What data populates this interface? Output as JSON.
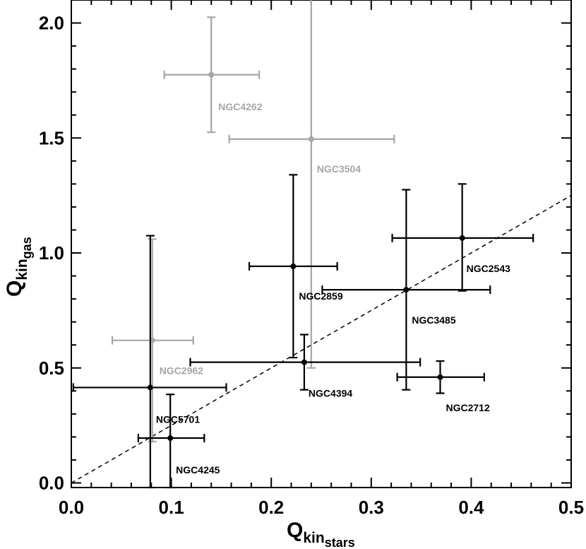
{
  "chart_data": {
    "type": "scatter",
    "title": "",
    "xlabel": {
      "main": "Q",
      "sub": "kin",
      "subsub": "stars"
    },
    "ylabel": {
      "main": "Q",
      "sub": "kin",
      "subsub": "gas"
    },
    "xlim": [
      0.0,
      0.5
    ],
    "ylim": [
      -0.02,
      2.1
    ],
    "xticks": [
      "0.0",
      "0.1",
      "0.2",
      "0.3",
      "0.4",
      "0.5"
    ],
    "yticks": [
      "0.0",
      "0.5",
      "1.0",
      "1.5",
      "2.0"
    ],
    "xtick_values": [
      0.0,
      0.1,
      0.2,
      0.3,
      0.4,
      0.5
    ],
    "ytick_values": [
      0.0,
      0.5,
      1.0,
      1.5,
      2.0
    ],
    "grid": false,
    "reference_line": {
      "style": "dashed",
      "x": [
        0.0,
        0.5
      ],
      "y": [
        0.0,
        1.25
      ]
    },
    "colors": {
      "black": "#000000",
      "gray": "#a6a6a6"
    },
    "points": [
      {
        "label": "NGC4262",
        "x": 0.14,
        "y": 1.775,
        "xerr": [
          0.093,
          0.188
        ],
        "yerr": [
          1.525,
          2.025
        ],
        "group": "gray"
      },
      {
        "label": "NGC3504",
        "x": 0.24,
        "y": 1.495,
        "xerr": [
          0.158,
          0.323
        ],
        "yerr": [
          0.5,
          2.12
        ],
        "group": "gray"
      },
      {
        "label": "NGC2962",
        "x": 0.081,
        "y": 0.62,
        "xerr": [
          0.041,
          0.122
        ],
        "yerr": [
          0.18,
          1.06
        ],
        "group": "gray"
      },
      {
        "label": "NGC2543",
        "x": 0.391,
        "y": 1.065,
        "xerr": [
          0.321,
          0.462
        ],
        "yerr": [
          0.835,
          1.3
        ],
        "group": "black"
      },
      {
        "label": "NGC2859",
        "x": 0.222,
        "y": 0.942,
        "xerr": [
          0.178,
          0.266
        ],
        "yerr": [
          0.545,
          1.34
        ],
        "group": "black"
      },
      {
        "label": "NGC3485",
        "x": 0.335,
        "y": 0.84,
        "xerr": [
          0.251,
          0.419
        ],
        "yerr": [
          0.405,
          1.275
        ],
        "group": "black"
      },
      {
        "label": "NGC4394",
        "x": 0.233,
        "y": 0.525,
        "xerr": [
          0.119,
          0.349
        ],
        "yerr": [
          0.405,
          0.645
        ],
        "group": "black"
      },
      {
        "label": "NGC2712",
        "x": 0.369,
        "y": 0.46,
        "xerr": [
          0.326,
          0.413
        ],
        "yerr": [
          0.39,
          0.53
        ],
        "group": "black"
      },
      {
        "label": "NGC5701",
        "x": 0.079,
        "y": 0.415,
        "xerr": [
          0.002,
          0.155
        ],
        "yerr": [
          -0.02,
          1.075
        ],
        "group": "black"
      },
      {
        "label": "NGC4245",
        "x": 0.099,
        "y": 0.195,
        "xerr": [
          0.067,
          0.133
        ],
        "yerr": [
          -0.02,
          0.385
        ],
        "group": "black"
      }
    ]
  }
}
